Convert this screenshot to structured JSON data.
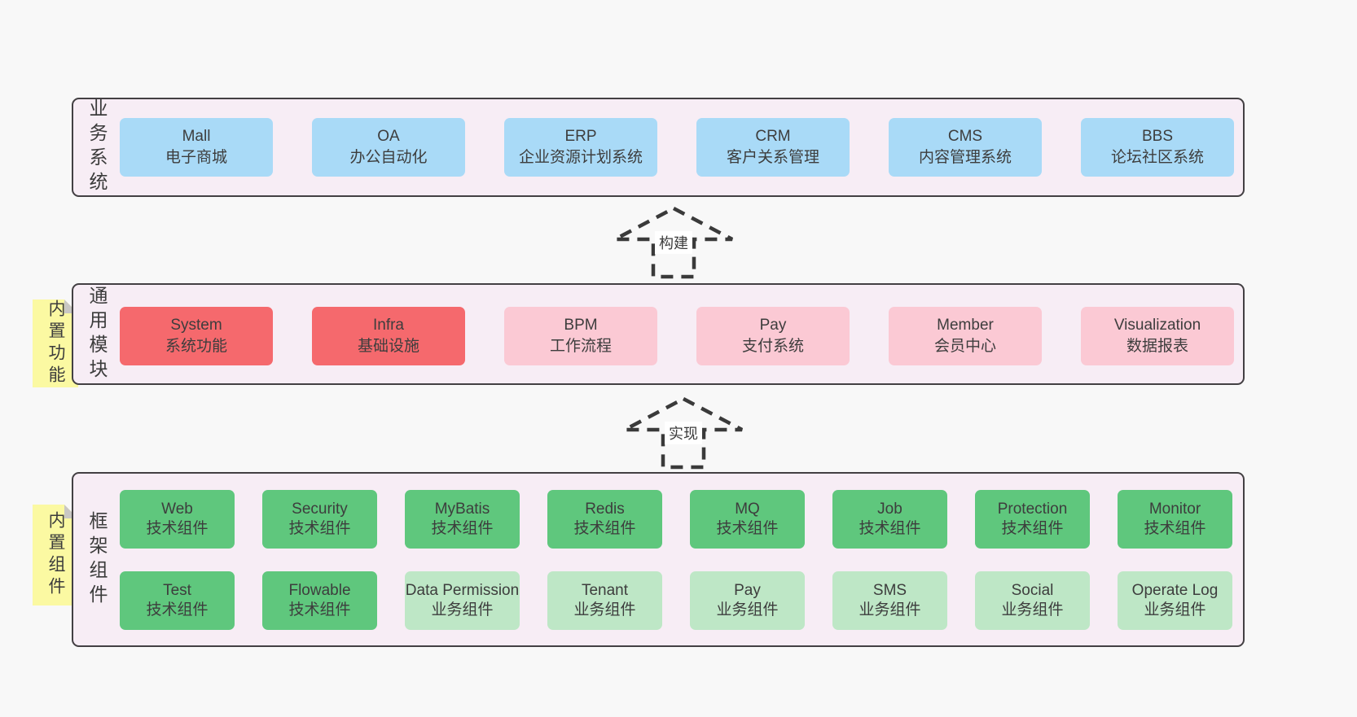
{
  "colors": {
    "page_background": "#f8f8f8",
    "layer_fill": "#f7edf5",
    "layer_border": "#434043",
    "sticky_yellow": "#fbf9a2",
    "box_blue": "#a9daf7",
    "box_red": "#f5696d",
    "box_pink": "#fbc9d4",
    "box_green": "#5fc77d",
    "box_lightgreen": "#bee7c6"
  },
  "arrows": {
    "build": "构建",
    "implement": "实现"
  },
  "row1": {
    "label": "业务系统",
    "boxes": [
      {
        "name": "Mall",
        "desc": "电子商城",
        "type": "blue"
      },
      {
        "name": "OA",
        "desc": "办公自动化",
        "type": "blue"
      },
      {
        "name": "ERP",
        "desc": "企业资源计划系统",
        "type": "blue"
      },
      {
        "name": "CRM",
        "desc": "客户关系管理",
        "type": "blue"
      },
      {
        "name": "CMS",
        "desc": "内容管理系统",
        "type": "blue"
      },
      {
        "name": "BBS",
        "desc": "论坛社区系统",
        "type": "blue"
      }
    ]
  },
  "row2": {
    "label": "通用模块",
    "sticky": "内置功能",
    "boxes": [
      {
        "name": "System",
        "desc": "系统功能",
        "type": "red"
      },
      {
        "name": "Infra",
        "desc": "基础设施",
        "type": "red"
      },
      {
        "name": "BPM",
        "desc": "工作流程",
        "type": "pink"
      },
      {
        "name": "Pay",
        "desc": "支付系统",
        "type": "pink"
      },
      {
        "name": "Member",
        "desc": "会员中心",
        "type": "pink"
      },
      {
        "name": "Visualization",
        "desc": "数据报表",
        "type": "pink"
      }
    ]
  },
  "row3": {
    "label": "框架组件",
    "sticky": "内置组件",
    "top": [
      {
        "name": "Web",
        "desc": "技术组件",
        "type": "green"
      },
      {
        "name": "Security",
        "desc": "技术组件",
        "type": "green"
      },
      {
        "name": "MyBatis",
        "desc": "技术组件",
        "type": "green"
      },
      {
        "name": "Redis",
        "desc": "技术组件",
        "type": "green"
      },
      {
        "name": "MQ",
        "desc": "技术组件",
        "type": "green"
      },
      {
        "name": "Job",
        "desc": "技术组件",
        "type": "green"
      },
      {
        "name": "Protection",
        "desc": "技术组件",
        "type": "green"
      },
      {
        "name": "Monitor",
        "desc": "技术组件",
        "type": "green"
      }
    ],
    "bottom": [
      {
        "name": "Test",
        "desc": "技术组件",
        "type": "green"
      },
      {
        "name": "Flowable",
        "desc": "技术组件",
        "type": "green"
      },
      {
        "name": "Data Permission",
        "desc": "业务组件",
        "type": "lightgreen"
      },
      {
        "name": "Tenant",
        "desc": "业务组件",
        "type": "lightgreen"
      },
      {
        "name": "Pay",
        "desc": "业务组件",
        "type": "lightgreen"
      },
      {
        "name": "SMS",
        "desc": "业务组件",
        "type": "lightgreen"
      },
      {
        "name": "Social",
        "desc": "业务组件",
        "type": "lightgreen"
      },
      {
        "name": "Operate Log",
        "desc": "业务组件",
        "type": "lightgreen"
      }
    ]
  }
}
